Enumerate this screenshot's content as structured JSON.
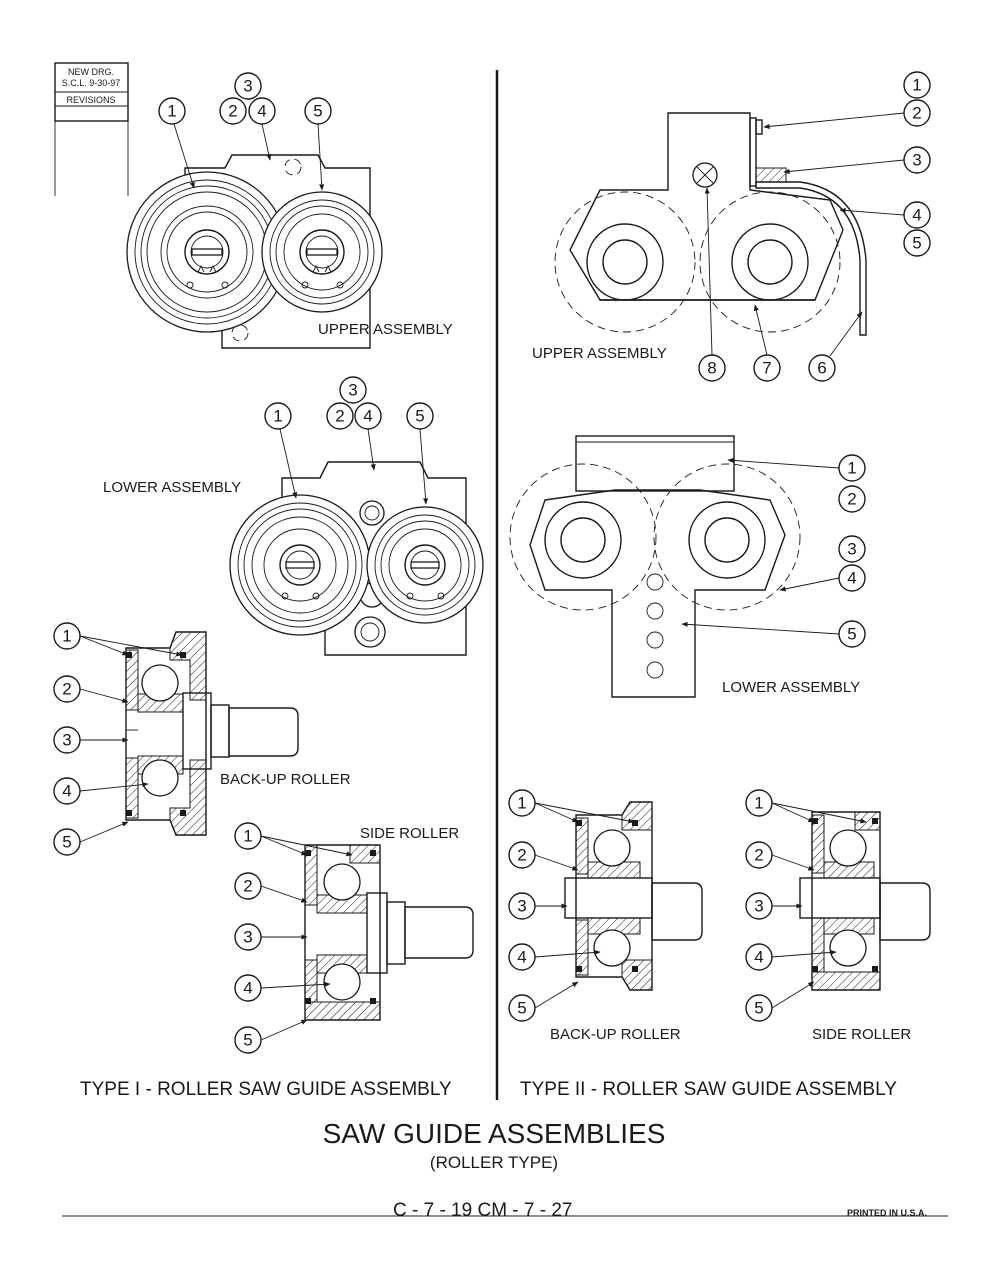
{
  "revision_block": {
    "line1": "NEW DRG.",
    "line2": "S.C.L.  9-30-97",
    "line3": "REVISIONS"
  },
  "type1": {
    "upper": {
      "label": "UPPER ASSEMBLY",
      "callouts": [
        "1",
        "2",
        "3",
        "4",
        "5"
      ]
    },
    "lower": {
      "label": "LOWER ASSEMBLY",
      "callouts": [
        "1",
        "2",
        "3",
        "4",
        "5"
      ]
    },
    "backup": {
      "label": "BACK-UP ROLLER",
      "callouts": [
        "1",
        "2",
        "3",
        "4",
        "5"
      ]
    },
    "side": {
      "label": "SIDE ROLLER",
      "callouts": [
        "1",
        "2",
        "3",
        "4",
        "5"
      ]
    },
    "title": "TYPE I - ROLLER SAW GUIDE ASSEMBLY"
  },
  "type2": {
    "upper": {
      "label": "UPPER ASSEMBLY",
      "callouts": [
        "1",
        "2",
        "3",
        "4",
        "5",
        "6",
        "7",
        "8"
      ]
    },
    "lower": {
      "label": "LOWER ASSEMBLY",
      "callouts": [
        "1",
        "2",
        "3",
        "4",
        "5"
      ]
    },
    "backup": {
      "label": "BACK-UP ROLLER",
      "callouts": [
        "1",
        "2",
        "3",
        "4",
        "5"
      ]
    },
    "side": {
      "label": "SIDE ROLLER",
      "callouts": [
        "1",
        "2",
        "3",
        "4",
        "5"
      ]
    },
    "title": "TYPE II - ROLLER SAW GUIDE ASSEMBLY"
  },
  "page": {
    "title": "SAW GUIDE ASSEMBLIES",
    "subtitle": "(ROLLER TYPE)",
    "page_number": "C - 7 - 19    CM - 7 - 27",
    "printed": "PRINTED IN U.S.A."
  }
}
